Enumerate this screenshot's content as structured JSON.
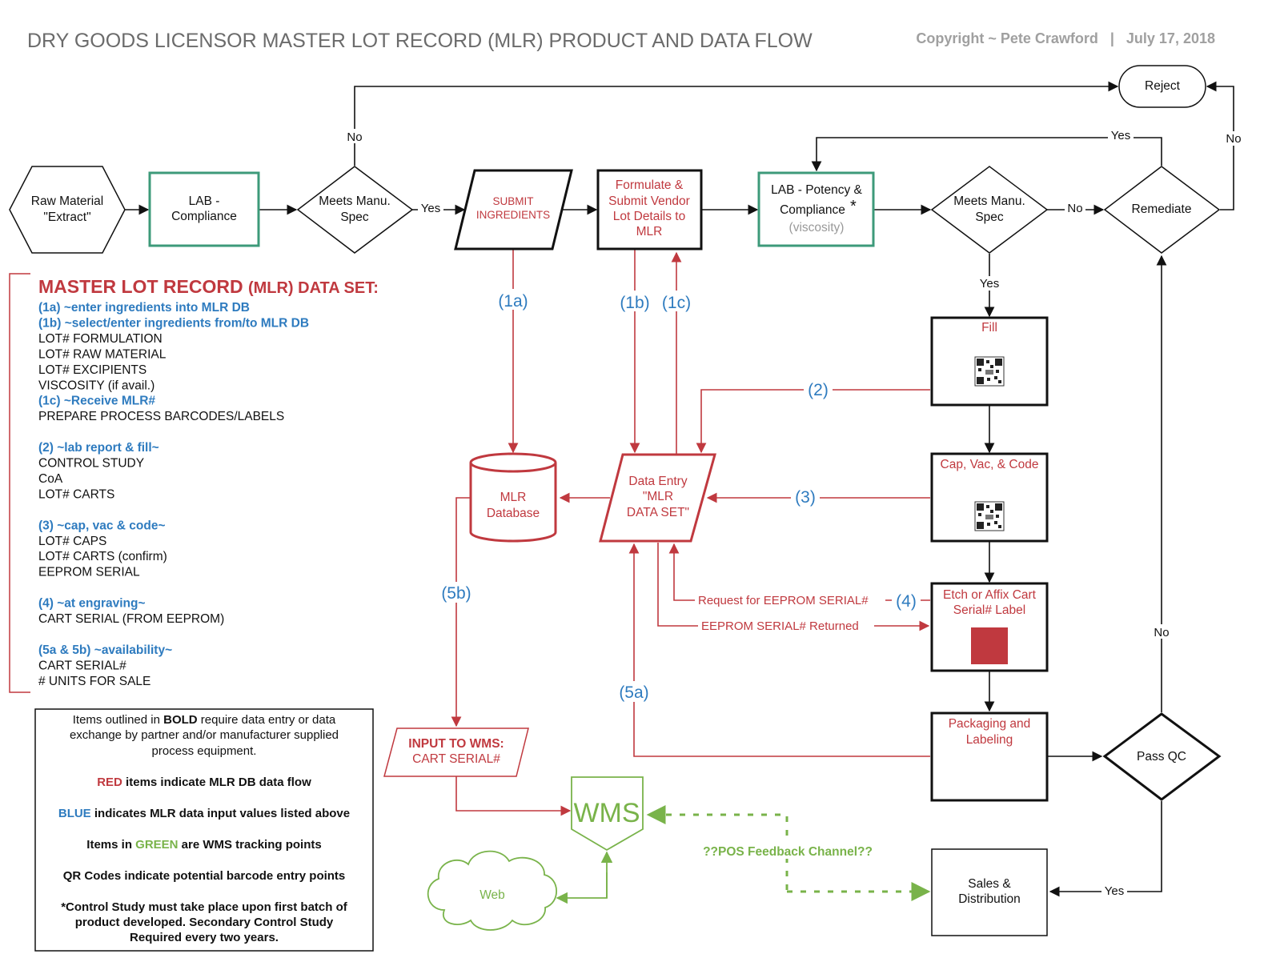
{
  "header": {
    "title": "DRY GOODS LICENSOR MASTER LOT RECORD (MLR) PRODUCT AND DATA FLOW",
    "copyright": "Copyright ~ Pete Crawford   |   July 17, 2018"
  },
  "colors": {
    "red": "#c0393f",
    "blue": "#2e7bbf",
    "green": "#79b34a",
    "teal": "#3d9a7a",
    "gray": "#6b6b6b"
  },
  "nodes": {
    "raw_material": [
      "Raw Material",
      "\"Extract\""
    ],
    "lab_compliance": [
      "LAB -",
      "Compliance"
    ],
    "meets_spec_1": [
      "Meets Manu.",
      "Spec"
    ],
    "submit_ingredients": [
      "SUBMIT",
      "INGREDIENTS"
    ],
    "formulate": [
      "Formulate &",
      "Submit Vendor",
      "Lot Details to",
      "MLR"
    ],
    "lab_potency": [
      "LAB - Potency &",
      "Compliance"
    ],
    "lab_potency_note": "(viscosity)",
    "asterisk": "*",
    "meets_spec_2": [
      "Meets Manu.",
      "Spec"
    ],
    "remediate": "Remediate",
    "reject": "Reject",
    "fill": "Fill",
    "cap_vac_code": "Cap, Vac, & Code",
    "etch": [
      "Etch or Affix Cart",
      "Serial# Label"
    ],
    "packaging": [
      "Packaging and",
      "Labeling"
    ],
    "pass_qc": "Pass QC",
    "sales": [
      "Sales &",
      "Distribution"
    ],
    "mlr_database": [
      "MLR",
      "Database"
    ],
    "data_entry": [
      "Data Entry",
      "\"MLR",
      "DATA SET\""
    ],
    "input_wms": [
      "INPUT TO WMS:",
      "CART SERIAL#"
    ],
    "wms": "WMS",
    "web": "Web"
  },
  "edge_labels": {
    "no": "No",
    "yes": "Yes",
    "l1a": "(1a)",
    "l1b": "(1b)",
    "l1c": "(1c)",
    "l2": "(2)",
    "l3": "(3)",
    "l4": "(4)",
    "l5a": "(5a)",
    "l5b": "(5b)",
    "request": "Request for EEPROM SERIAL#",
    "returned": "EEPROM SERIAL# Returned",
    "pos": "??POS Feedback Channel??"
  },
  "dataset": {
    "title_a": "MASTER LOT RECORD ",
    "title_b": "(MLR)",
    "title_c": " DATA SET:",
    "lines": [
      {
        "text": "(1a) ~enter ingredients into MLR DB",
        "blue": true
      },
      {
        "text": "(1b) ~select/enter ingredients from/to MLR DB",
        "blue": true
      },
      {
        "text": "LOT# FORMULATION",
        "blue": false
      },
      {
        "text": "LOT# RAW MATERIAL",
        "blue": false
      },
      {
        "text": "LOT# EXCIPIENTS",
        "blue": false
      },
      {
        "text": "VISCOSITY (if avail.)",
        "blue": false
      },
      {
        "text": "(1c) ~Receive MLR#",
        "blue": true
      },
      {
        "text": "PREPARE PROCESS BARCODES/LABELS",
        "blue": false
      },
      {
        "text": "",
        "blue": false
      },
      {
        "text": "(2)  ~lab report & fill~",
        "blue": true
      },
      {
        "text": "CONTROL STUDY",
        "blue": false
      },
      {
        "text": "CoA",
        "blue": false
      },
      {
        "text": "LOT# CARTS",
        "blue": false
      },
      {
        "text": "",
        "blue": false
      },
      {
        "text": "(3)  ~cap, vac & code~",
        "blue": true
      },
      {
        "text": "LOT# CAPS",
        "blue": false
      },
      {
        "text": "LOT# CARTS (confirm)",
        "blue": false
      },
      {
        "text": "EEPROM SERIAL",
        "blue": false
      },
      {
        "text": "",
        "blue": false
      },
      {
        "text": "(4)  ~at engraving~",
        "blue": true
      },
      {
        "text": "CART SERIAL (FROM EEPROM)",
        "blue": false
      },
      {
        "text": "",
        "blue": false
      },
      {
        "text": "(5a & 5b) ~availability~",
        "blue": true
      },
      {
        "text": "CART SERIAL#",
        "blue": false
      },
      {
        "text": "# UNITS FOR SALE",
        "blue": false
      }
    ]
  },
  "legend": {
    "l1a": "Items outlined in ",
    "l1b": "BOLD",
    "l1c": " require data entry or data",
    "l2": "exchange by partner and/or manufacturer supplied",
    "l3": "process equipment.",
    "red_a": "RED",
    "red_b": " items indicate MLR DB data flow",
    "blue_a": "BLUE",
    "blue_b": " indicates MLR data input values listed above",
    "green_a": "Items in ",
    "green_b": "GREEN",
    "green_c": " are WMS tracking points",
    "qr": "QR Codes indicate potential barcode entry points",
    "note1": "*Control Study must take place upon first batch of",
    "note2": "product developed. Secondary Control Study",
    "note3": "Required every two years."
  }
}
